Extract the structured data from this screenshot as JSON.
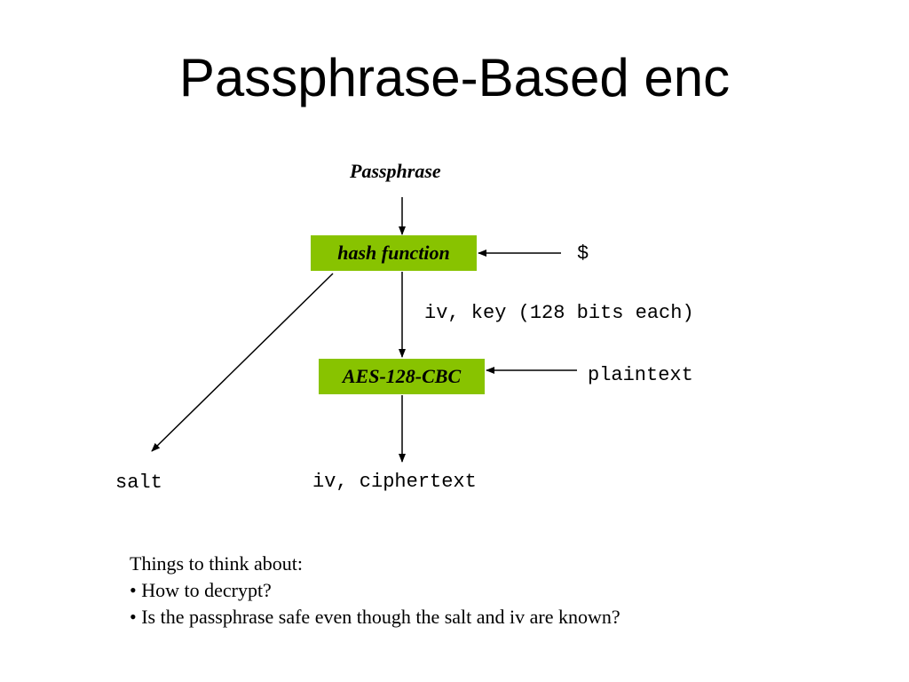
{
  "slide": {
    "title": "Passphrase-Based enc"
  },
  "diagram": {
    "input_label": "Passphrase",
    "hash_box_label": "hash function",
    "hash_side_input": "$",
    "hash_output": "iv, key (128 bits each)",
    "cipher_box_label": "AES-128-CBC",
    "cipher_side_input": "plaintext",
    "salt_output": "salt",
    "cipher_output": "iv, ciphertext",
    "box_color": "#88c300",
    "arrow_color": "#000000"
  },
  "notes": {
    "heading": "Things to think about:",
    "items": [
      "• How to decrypt?",
      "• Is the passphrase safe even though the salt and iv are known?"
    ]
  }
}
